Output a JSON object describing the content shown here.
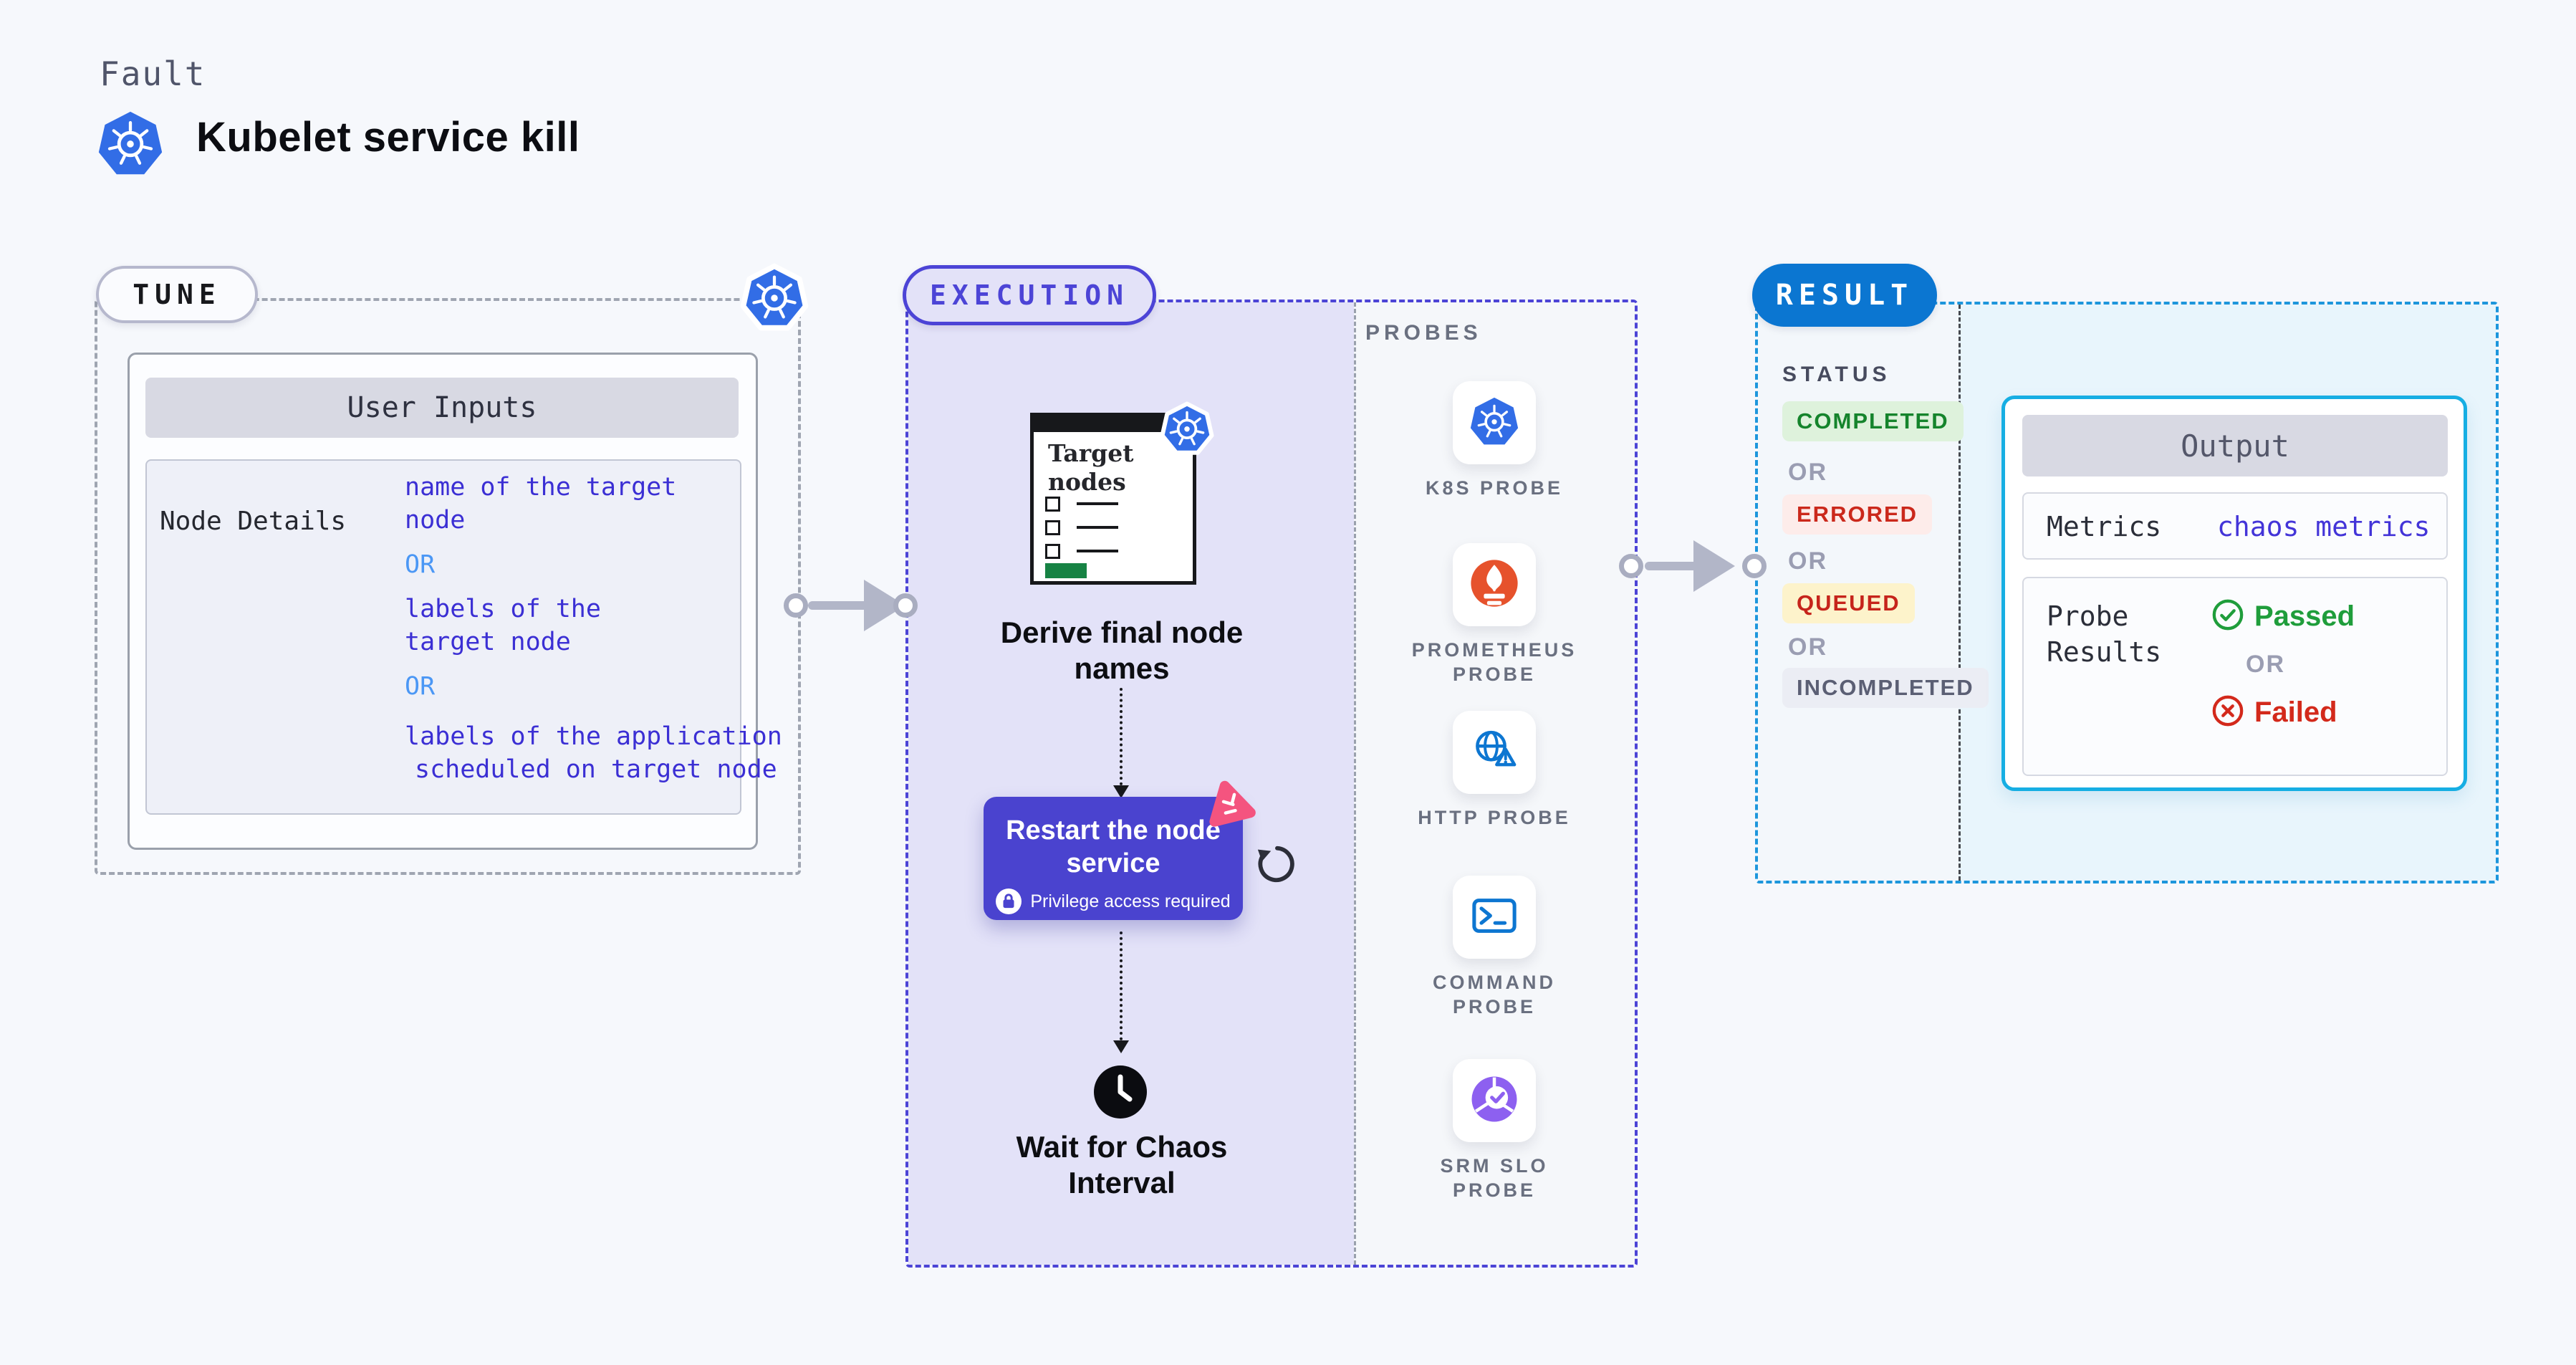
{
  "header": {
    "kicker": "Fault",
    "title": "Kubelet service kill"
  },
  "tune": {
    "badge": "TUNE",
    "card_header": "User Inputs",
    "row_label": "Node Details",
    "input_lines": [
      {
        "text": "name of the target",
        "kind": "value"
      },
      {
        "text": "node",
        "kind": "value"
      },
      {
        "text": "OR",
        "kind": "or"
      },
      {
        "text": "labels of the",
        "kind": "value"
      },
      {
        "text": "target node",
        "kind": "value"
      },
      {
        "text": "OR",
        "kind": "or"
      },
      {
        "text": "labels of the application",
        "kind": "value"
      },
      {
        "text": "scheduled on target node",
        "kind": "value"
      }
    ]
  },
  "execution": {
    "badge": "EXECUTION",
    "target_card_title": "Target nodes",
    "step_derive": "Derive final node names",
    "restart_title": "Restart the node service",
    "restart_note": "Privilege access required",
    "step_wait": "Wait for Chaos Interval"
  },
  "probes": {
    "label": "PROBES",
    "items": [
      {
        "icon": "k8s-icon",
        "label": "K8S PROBE"
      },
      {
        "icon": "prometheus-icon",
        "label": "PROMETHEUS PROBE"
      },
      {
        "icon": "http-icon",
        "label": "HTTP PROBE"
      },
      {
        "icon": "command-icon",
        "label": "COMMAND PROBE"
      },
      {
        "icon": "srm-slo-icon",
        "label": "SRM SLO PROBE"
      }
    ]
  },
  "result": {
    "badge": "RESULT",
    "status_label": "STATUS",
    "or_label": "OR",
    "statuses": [
      {
        "label": "COMPLETED",
        "bg": "#def2dc",
        "color": "#15842c"
      },
      {
        "label": "ERRORED",
        "bg": "#fdecea",
        "color": "#cb281b"
      },
      {
        "label": "QUEUED",
        "bg": "#fdf3cb",
        "color": "#c6241b"
      },
      {
        "label": "INCOMPLETED",
        "bg": "#ebedf4",
        "color": "#5b5f74"
      }
    ],
    "output": {
      "header": "Output",
      "metrics_label": "Metrics",
      "metrics_value": "chaos metrics",
      "probe_results_label": "Probe Results",
      "passed": "Passed",
      "or_label": "OR",
      "failed": "Failed"
    }
  },
  "colors": {
    "page_bg": "#f6f8fc",
    "tune_dash": "#9fa5b1",
    "execution_accent": "#4c44d6",
    "execution_fill": "#e3e2f8",
    "result_pill": "#0b76d1",
    "result_dash": "#1d96dc",
    "result_fill": "#e8f5fc",
    "input_text_blue": "#3b2fd4",
    "or_sky_blue": "#4b97f5",
    "kubernetes_blue": "#326de6",
    "prometheus_orange": "#e6522c",
    "probe_icon_blue": "#0d76d1",
    "srm_purple": "#8d60f0",
    "restart_card": "#4a43cf",
    "chaos_pink": "#f4547f",
    "passed_green": "#1f9d3b",
    "failed_red": "#d3291b",
    "arrow_gray": "#b2b6c8",
    "target_green": "#178344"
  }
}
